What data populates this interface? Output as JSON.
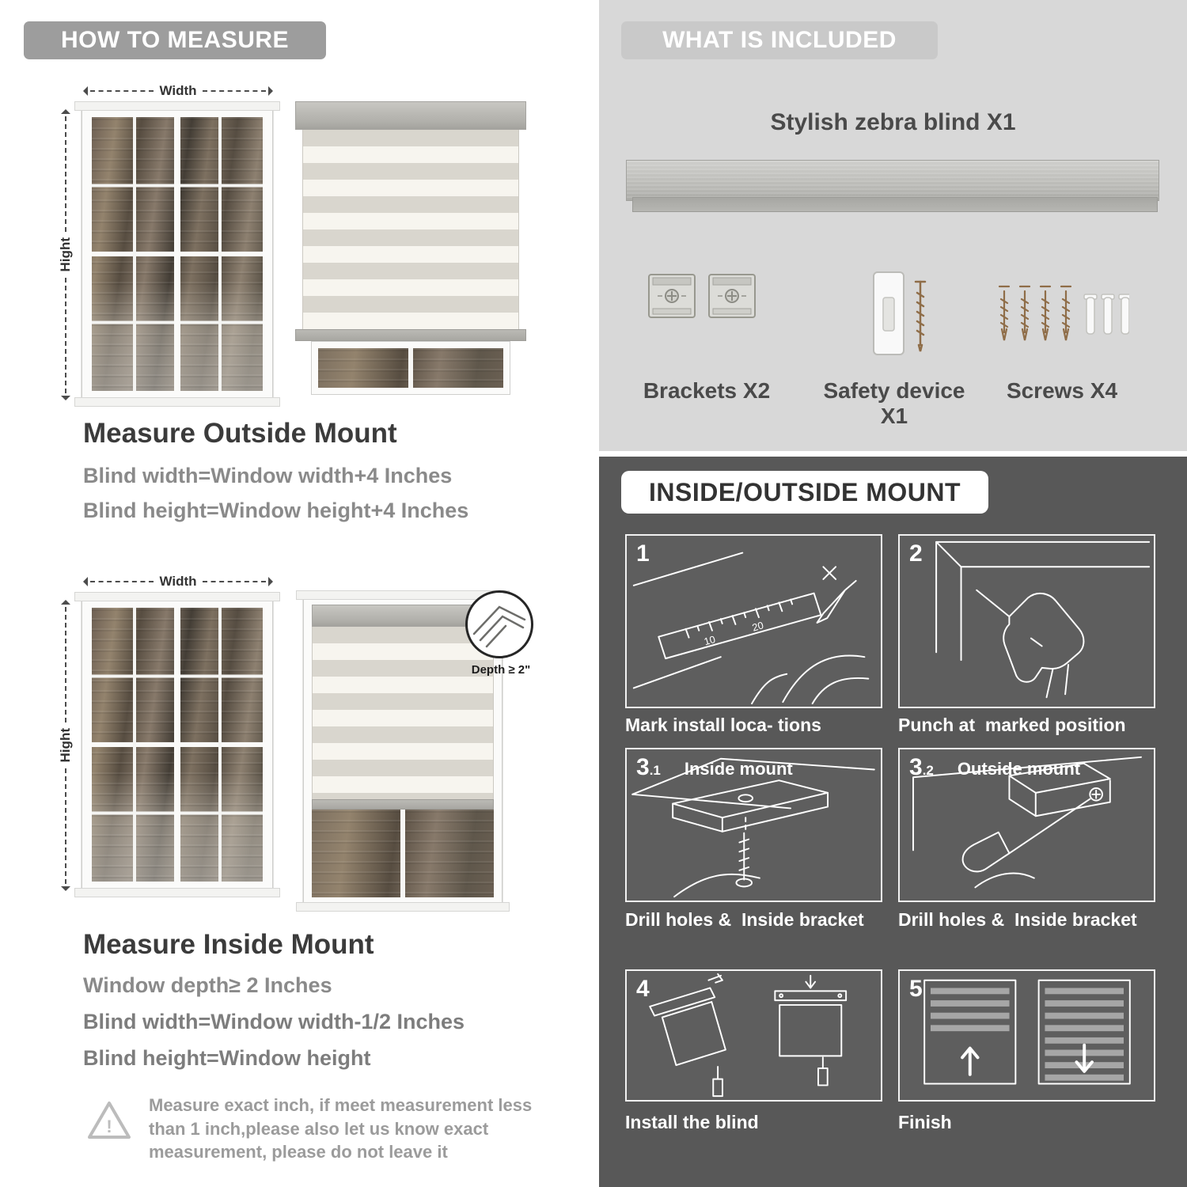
{
  "measure": {
    "header": "HOW TO MEASURE",
    "width_label": "Width",
    "height_label": "Hight",
    "outside": {
      "title": "Measure Outside Mount",
      "lines": [
        "Blind width=Window width+4 Inches",
        "Blind height=Window height+4 Inches"
      ]
    },
    "inside": {
      "title": "Measure Inside Mount",
      "depth_callout": "Depth ≥ 2\"",
      "lines": [
        "Window depth≥ 2 Inches",
        "Blind width=Window width-1/2 Inches",
        "Blind height=Window height"
      ]
    },
    "warning_text": "Measure exact inch, if meet measurement less than 1 inch,please also let us know exact measurement, please do not leave it"
  },
  "included": {
    "header": "WHAT IS INCLUDED",
    "product_label": "Stylish zebra blind X1",
    "items": [
      {
        "label": "Brackets X2"
      },
      {
        "label": "Safety device X1"
      },
      {
        "label": "Screws X4"
      }
    ]
  },
  "mount": {
    "header": "INSIDE/OUTSIDE MOUNT",
    "steps": [
      {
        "num": "1",
        "caption": "Mark install loca- tions",
        "ruler_marks": [
          "10",
          "20"
        ]
      },
      {
        "num": "2",
        "caption": "Punch at  marked position"
      },
      {
        "num": "3",
        "sub": ".1",
        "label": "Inside mount",
        "caption": "Drill holes &  Inside bracket"
      },
      {
        "num": "3",
        "sub": ".2",
        "label": "Outside mount",
        "caption": "Drill holes &  Inside bracket"
      },
      {
        "num": "4",
        "caption": "Install the blind"
      },
      {
        "num": "5",
        "caption": "Finish"
      }
    ]
  },
  "icons": {
    "warning": "triangle-exclamation",
    "dimension_arrows": "dashed-double-arrow",
    "step5_arrows": "up-down-arrows"
  },
  "colors": {
    "measure_banner": "#9d9d9d",
    "included_bg": "#d8d8d8",
    "included_banner": "#c9c9c9",
    "mount_bg": "#585858",
    "title_text": "#3b3b3b",
    "body_text": "#8a8a8a"
  }
}
